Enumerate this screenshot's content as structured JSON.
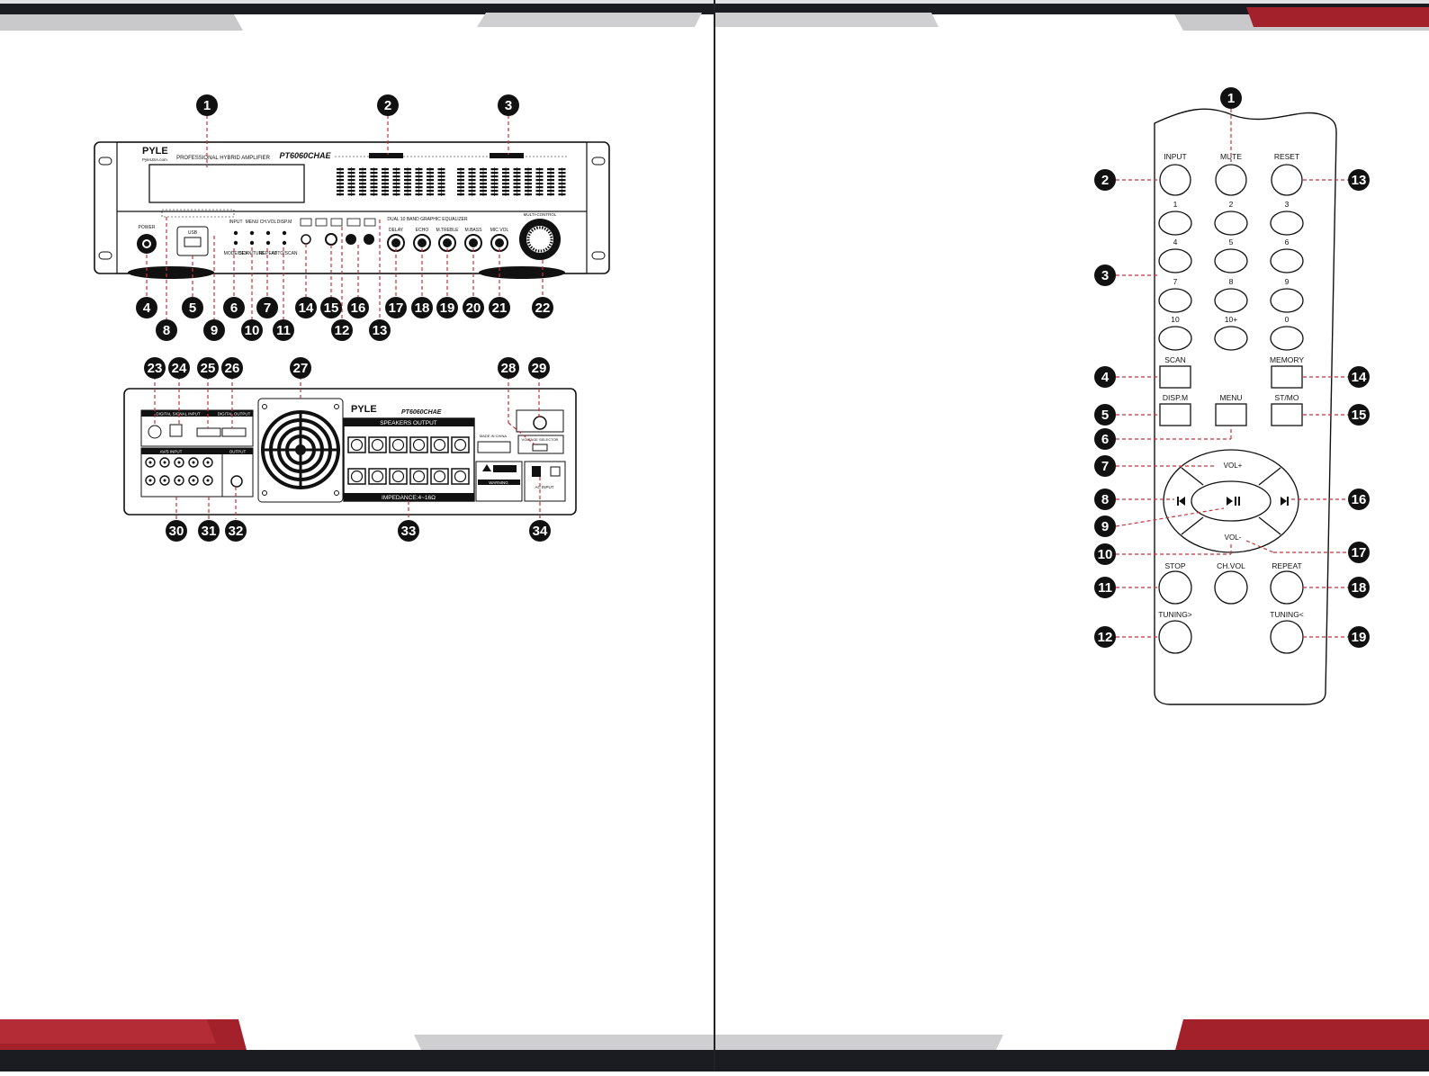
{
  "front_panel": {
    "brand": "PYLE",
    "brand_url": "PyleUSA.com",
    "subtitle": "PROFESSIONAL HYBRID AMPLIFIER",
    "model": "PT6060CHAE",
    "eq_label": "DUAL 10 BAND GRAPHIC EQUALIZER",
    "multi_control": "MULTI-CONTROL",
    "usb": "USB",
    "power": "POWER",
    "buttons_top": [
      "INPUT",
      "MENU",
      "CH.VOL",
      "DISP.M"
    ],
    "buttons_bottom": [
      "MODE/DEV",
      "SCAN/TUNE",
      "REPEAT",
      "AUTO/SCAN"
    ],
    "knobs": [
      "DELAY",
      "ECHO",
      "M.TREBLE",
      "M.BASS",
      "MIC VOL"
    ],
    "callouts_top": [
      "1",
      "2",
      "3"
    ],
    "callouts_bottom_row1": [
      "4",
      "5",
      "6",
      "7",
      "14",
      "15",
      "16",
      "17",
      "18",
      "19",
      "20",
      "21",
      "22"
    ],
    "callouts_bottom_row2": [
      "8",
      "9",
      "10",
      "11",
      "12",
      "13"
    ]
  },
  "rear_panel": {
    "brand": "PYLE",
    "model": "PT6060CHAE",
    "speakers_output": "SPEAKERS OUTPUT",
    "impedance": "IMPEDANCE:4~16Ω",
    "digital_signal_input": "DIGITAL SIGNAL INPUT",
    "digital_output": "DIGITAL OUTPUT",
    "av_input": "AV/S INPUT",
    "output": "OUTPUT",
    "voltage_selector": "VOLTAGE SELECTOR",
    "ac_input": "AC INPUT",
    "warning": "WARNING",
    "made_in": "MADE IN CHINA",
    "callouts_top": [
      "23",
      "24",
      "25",
      "26",
      "27",
      "28",
      "29"
    ],
    "callouts_bottom": [
      "30",
      "31",
      "32",
      "33",
      "34"
    ]
  },
  "remote": {
    "row1": [
      "INPUT",
      "MUTE",
      "RESET"
    ],
    "digits": [
      "1",
      "2",
      "3",
      "4",
      "5",
      "6",
      "7",
      "8",
      "9",
      "10",
      "10+",
      "0"
    ],
    "scan": "SCAN",
    "memory": "MEMORY",
    "dispm": "DISP.M",
    "menu": "MENU",
    "stmo": "ST/MO",
    "vol_up": "VOL+",
    "vol_down": "VOL-",
    "stop": "STOP",
    "chvol": "CH.VOL",
    "repeat": "REPEAT",
    "tuning_up": "TUNING>",
    "tuning_down": "TUNING<",
    "callouts": [
      "1",
      "2",
      "3",
      "4",
      "5",
      "6",
      "7",
      "8",
      "9",
      "10",
      "11",
      "12",
      "13",
      "14",
      "15",
      "16",
      "17",
      "18",
      "19"
    ]
  },
  "colors": {
    "accent_red": "#a3212b",
    "dark_bar": "#1b1c22",
    "grey_bar": "#c9c9cc"
  }
}
